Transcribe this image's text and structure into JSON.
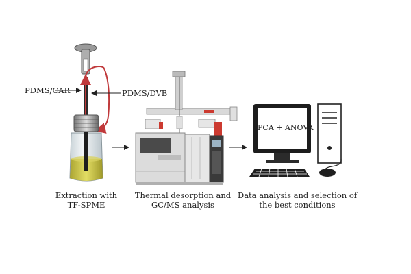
{
  "labels": {
    "fiber_left": "PDMS/CAR",
    "fiber_right": "PDMS/DVB",
    "step1": [
      "Extraction with",
      "TF-SPME"
    ],
    "step2": [
      "Thermal desorption and",
      "GC/MS analysis"
    ],
    "step3": [
      "Data analysis and selection of",
      "the best conditions"
    ],
    "screen": "PCA + ANOVA"
  },
  "colors": {
    "recycle_arrow": "#c0393b",
    "sample_liquid": "#c9c23a",
    "instrument_accent": "#cc3a30",
    "monitor_screen": "#ffffff"
  },
  "icons": [
    "spme-holder-icon",
    "vial-icon",
    "gcms-instrument-icon",
    "computer-icon",
    "mouse-icon"
  ]
}
